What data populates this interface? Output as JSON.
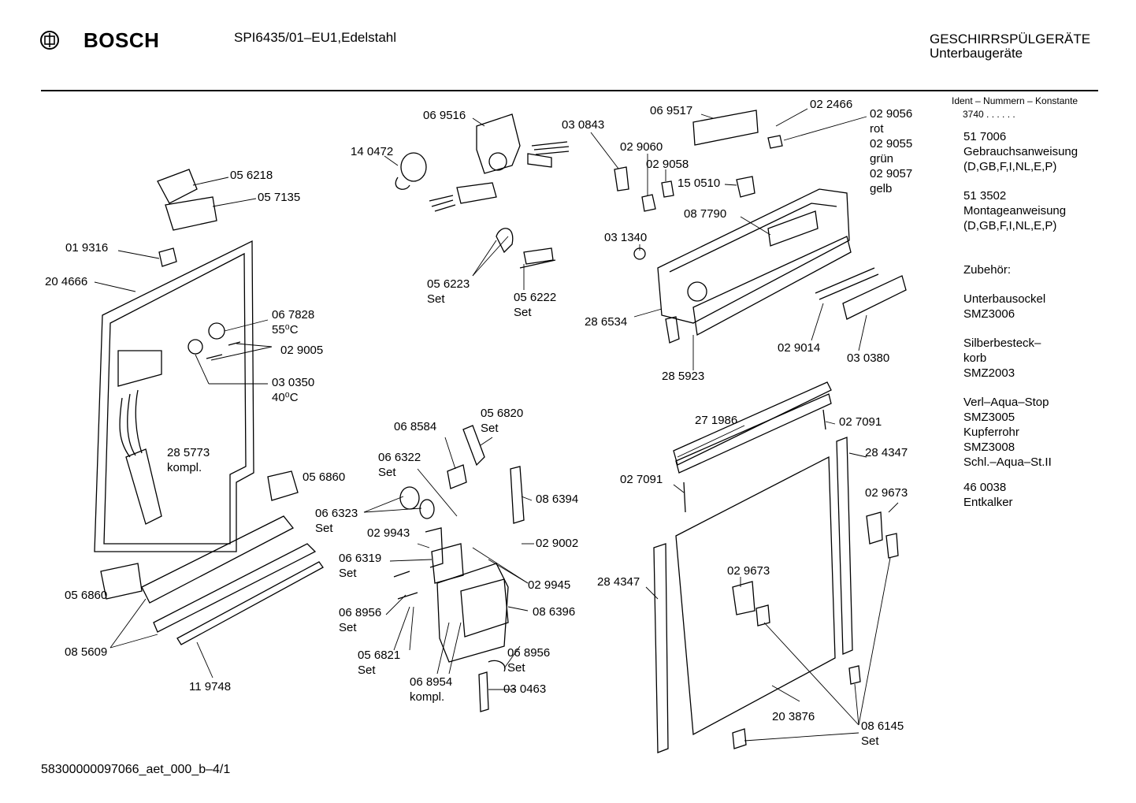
{
  "header": {
    "brand": "BOSCH",
    "model": "SPI6435/01–EU1,Edelstahl",
    "category_line1": "GESCHIRRSPÜLGERÄTE",
    "category_line2": "Unterbaugeräte"
  },
  "side_panel": {
    "ident_title": "Ident – Nummern – Konstante",
    "ident_value": "3740 . . . . . .",
    "blocks": [
      "51 7006\nGebrauchsanweisung\n(D,GB,F,I,NL,E,P)",
      "51 3502\nMontageanweisung\n(D,GB,F,I,NL,E,P)",
      "Zubehör:",
      "Unterbausockel\nSMZ3006",
      "Silberbesteck–\nkorb\nSMZ2003",
      "Verl–Aqua–Stop\nSMZ3005\nKupferrohr\nSMZ3008\nSchl.–Aqua–St.II",
      " 46 0038\n Entkalker"
    ]
  },
  "part_labels": [
    {
      "text": "06 9516"
    },
    {
      "text": "14 0472"
    },
    {
      "text": "03 0843"
    },
    {
      "text": "06 9517"
    },
    {
      "text": "02 2466"
    },
    {
      "text": "02 9056"
    },
    {
      "text": "rot"
    },
    {
      "text": "02 9055"
    },
    {
      "text": "grün"
    },
    {
      "text": "02 9057"
    },
    {
      "text": "gelb"
    },
    {
      "text": "02 9060"
    },
    {
      "text": "02 9058"
    },
    {
      "text": "15 0510"
    },
    {
      "text": "05 6218"
    },
    {
      "text": "05 7135"
    },
    {
      "text": "01 9316"
    },
    {
      "text": "20 4666"
    },
    {
      "text": "08 7790"
    },
    {
      "text": "03 1340"
    },
    {
      "text": "05 6223"
    },
    {
      "text": "Set"
    },
    {
      "text": "05 6222"
    },
    {
      "text": "Set"
    },
    {
      "text": "06 7828"
    },
    {
      "text": "55⁰C"
    },
    {
      "text": "02 9005"
    },
    {
      "text": "28 6534"
    },
    {
      "text": "02 9014"
    },
    {
      "text": "03 0380"
    },
    {
      "text": "03 0350"
    },
    {
      "text": "40⁰C"
    },
    {
      "text": "28 5923"
    },
    {
      "text": "05 6820"
    },
    {
      "text": "Set"
    },
    {
      "text": "06 8584"
    },
    {
      "text": "27 1986"
    },
    {
      "text": "02 7091"
    },
    {
      "text": "06 6322"
    },
    {
      "text": "Set"
    },
    {
      "text": "28 5773"
    },
    {
      "text": "kompl."
    },
    {
      "text": "28 4347"
    },
    {
      "text": "05 6860"
    },
    {
      "text": "08 6394"
    },
    {
      "text": "02 7091"
    },
    {
      "text": "06 6323"
    },
    {
      "text": "Set"
    },
    {
      "text": "02 9673"
    },
    {
      "text": "02 9943"
    },
    {
      "text": "02 9002"
    },
    {
      "text": "06 6319"
    },
    {
      "text": "Set"
    },
    {
      "text": "28 4347"
    },
    {
      "text": "05 6860"
    },
    {
      "text": "02 9945"
    },
    {
      "text": "02 9673"
    },
    {
      "text": "06 8956"
    },
    {
      "text": "Set"
    },
    {
      "text": "08 6396"
    },
    {
      "text": "08 5609"
    },
    {
      "text": "05 6821"
    },
    {
      "text": "Set"
    },
    {
      "text": "06 8956"
    },
    {
      "text": "Set"
    },
    {
      "text": "06 8954"
    },
    {
      "text": "kompl."
    },
    {
      "text": "11 9748"
    },
    {
      "text": "03 0463"
    },
    {
      "text": "20 3876"
    },
    {
      "text": "08 6145"
    },
    {
      "text": "Set"
    }
  ],
  "footer": {
    "doc_id": "58300000097066_aet_000_b–4/1"
  }
}
